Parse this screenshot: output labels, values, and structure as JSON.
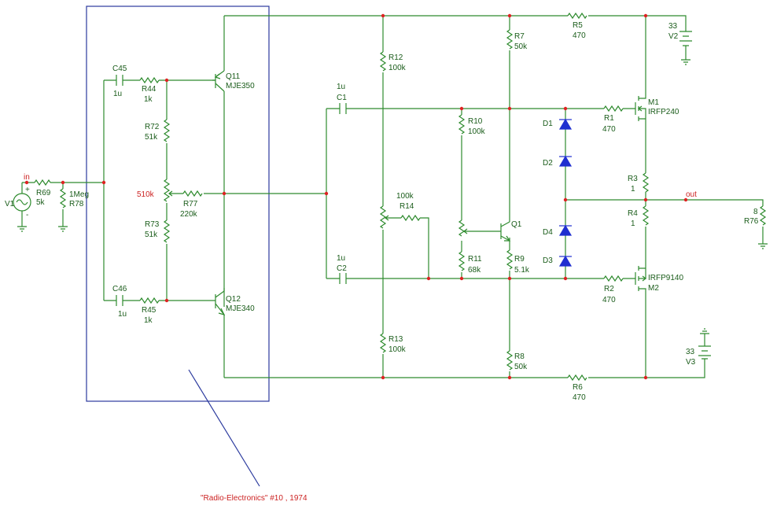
{
  "components": {
    "V1": "V1",
    "R69": "R69",
    "R69_val": "5k",
    "R78_val": "1Meg",
    "R78": "R78",
    "C45": "C45",
    "C45_val": "1u",
    "R44": "R44",
    "R44_val": "1k",
    "Q11": "Q11",
    "Q11_val": "MJE350",
    "R72": "R72",
    "R72_val": "51k",
    "pot_val": "510k",
    "R77": "R77",
    "R77_val": "220k",
    "R73": "R73",
    "R73_val": "51k",
    "C46": "C46",
    "C46_val": "1u",
    "R45": "R45",
    "R45_val": "1k",
    "Q12": "Q12",
    "Q12_val": "MJE340",
    "R12": "R12",
    "R12_val": "100k",
    "C1_val": "1u",
    "C1": "C1",
    "R14_val": "100k",
    "R14": "R14",
    "C2_val": "1u",
    "C2": "C2",
    "R13": "R13",
    "R13_val": "100k",
    "R7": "R7",
    "R7_val": "50k",
    "R10": "R10",
    "R10_val": "100k",
    "Q1": "Q1",
    "R11": "R11",
    "R11_val": "68k",
    "R9": "R9",
    "R9_val": "5.1k",
    "R8": "R8",
    "R8_val": "50k",
    "R5": "R5",
    "R5_val": "470",
    "R6": "R6",
    "R6_val": "470",
    "D1": "D1",
    "D2": "D2",
    "D4": "D4",
    "D3": "D3",
    "R1": "R1",
    "R1_val": "470",
    "M1": "M1",
    "M1_val": "IRFP240",
    "R3": "R3",
    "R3_val": "1",
    "R4": "R4",
    "R4_val": "1",
    "R2": "R2",
    "R2_val": "470",
    "M2_val": "IRFP9140",
    "M2": "M2",
    "V2_val": "33",
    "V2": "V2",
    "V3_val": "33",
    "V3": "V3",
    "R76_val": "8",
    "R76": "R76"
  },
  "nets": {
    "in": "in",
    "out": "out"
  },
  "polarity": {
    "plus": "+",
    "minus": "-"
  },
  "caption": "\"Radio-Electronics\" #10 , 1974",
  "colors": {
    "wire": "#2e8b2e",
    "node": "#dd2222",
    "diode": "#1f2fd0",
    "box": "#2b3a9e"
  }
}
